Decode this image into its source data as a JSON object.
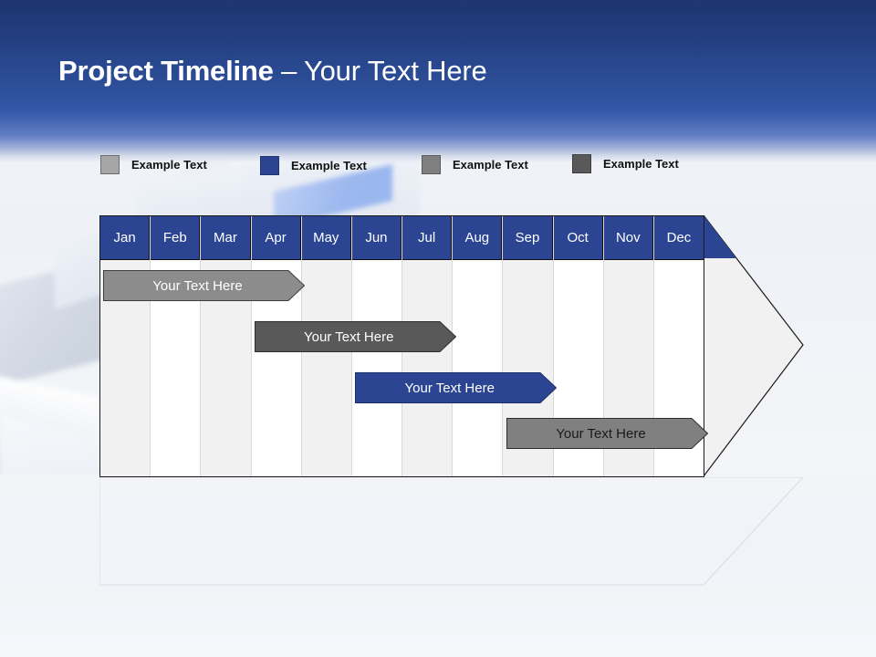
{
  "slide": {
    "title_bold": "Project Timeline",
    "title_rest": " – Your Text Here",
    "accent_blue": "#2b4593",
    "header_blue_top": "#1d3570",
    "header_blue_mid": "#3258a6"
  },
  "legend": {
    "items": [
      {
        "label": "Example Text",
        "color": "#a6a6a6",
        "border": "#6d6d6d",
        "name": "legend-swatch-light-gray"
      },
      {
        "label": "Example Text",
        "color": "#2b4593",
        "border": "#1f3470",
        "name": "legend-swatch-blue"
      },
      {
        "label": "Example Text",
        "color": "#808080",
        "border": "#5a5a5a",
        "name": "legend-swatch-gray"
      },
      {
        "label": "Example Text",
        "color": "#595959",
        "border": "#3d3d3d",
        "name": "legend-swatch-dark-gray"
      }
    ]
  },
  "chart_data": {
    "type": "gantt",
    "title": "Project Timeline – Your Text Here",
    "categories": [
      "Jan",
      "Feb",
      "Mar",
      "Apr",
      "May",
      "Jun",
      "Jul",
      "Aug",
      "Sep",
      "Oct",
      "Nov",
      "Dec"
    ],
    "xlabel": "",
    "ylabel": "",
    "grid": true,
    "legend_position": "top",
    "header_fill": "#2b4593",
    "header_text_color": "#ffffff",
    "column_fill_odd": "#f1f1f1",
    "column_fill_even": "#ffffff",
    "tasks": [
      {
        "label": "Your  Text Here",
        "start_month": "Jan",
        "end_month": "Apr",
        "start_index": 0,
        "end_index": 4,
        "fill": "#8c8c8c",
        "stroke": "#3f3f3f",
        "text_color": "#ffffff",
        "row": 1
      },
      {
        "label": "Your  Text Here",
        "start_month": "Apr",
        "end_month": "Jul",
        "start_index": 3,
        "end_index": 7,
        "fill": "#595959",
        "stroke": "#2e2e2e",
        "text_color": "#ffffff",
        "row": 2
      },
      {
        "label": "Your  Text Here",
        "start_month": "Jun",
        "end_month": "Sep",
        "start_index": 5,
        "end_index": 9,
        "fill": "#2b4593",
        "stroke": "#1c2f68",
        "text_color": "#ffffff",
        "row": 3
      },
      {
        "label": "Your  Text Here",
        "start_month": "Sep",
        "end_month": "Dec",
        "start_index": 8,
        "end_index": 12,
        "fill": "#808080",
        "stroke": "#2e2e2e",
        "text_color": "#1a1a1a",
        "row": 4
      }
    ]
  }
}
